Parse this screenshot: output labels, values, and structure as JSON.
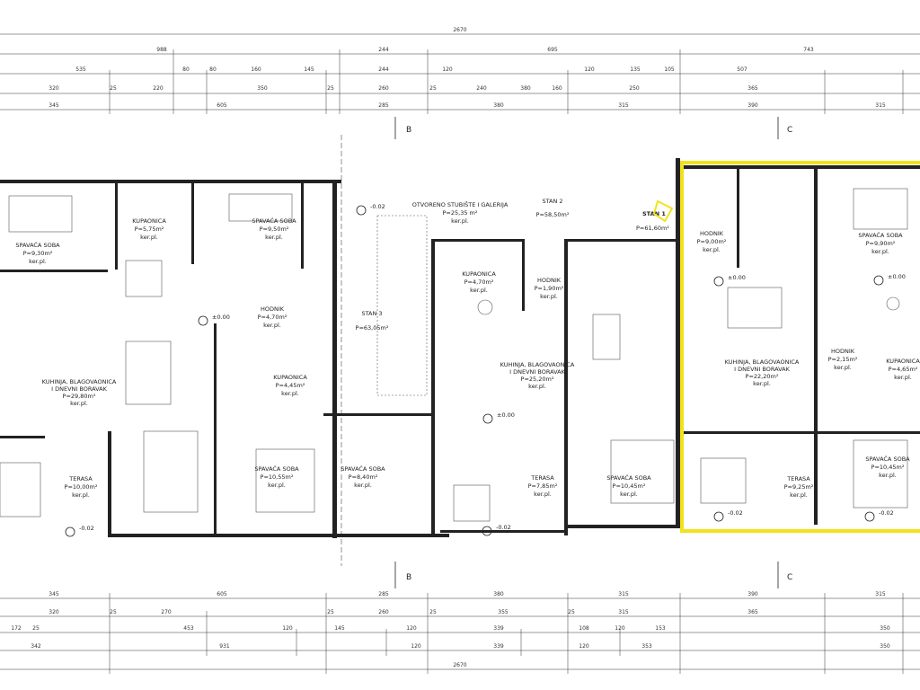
{
  "dims": {
    "top_total": "2670",
    "top_r1": [
      "988",
      "244",
      "695",
      "743"
    ],
    "top_r2": [
      "535",
      "80",
      "80",
      "160",
      "145",
      "244",
      "120",
      "120",
      "135",
      "105",
      "507"
    ],
    "top_r3": [
      "320",
      "25",
      "220",
      "350",
      "25",
      "260",
      "25",
      "240",
      "380",
      "160",
      "250",
      "365"
    ],
    "top_r4": [
      "345",
      "605",
      "285",
      "380",
      "315",
      "390",
      "315"
    ],
    "bot_r1": [
      "345",
      "605",
      "285",
      "380",
      "315",
      "390",
      "315"
    ],
    "bot_r2": [
      "320",
      "25",
      "270",
      "25",
      "260",
      "25",
      "355",
      "25",
      "315",
      "365"
    ],
    "bot_r3": [
      "172",
      "25",
      "453",
      "120",
      "145",
      "120",
      "339",
      "108",
      "120",
      "153",
      "350"
    ],
    "bot_r4": [
      "342",
      "931",
      "120",
      "339",
      "120",
      "353",
      "350"
    ],
    "bot_total": "2670"
  },
  "axes": {
    "b": "B",
    "c": "C"
  },
  "stan1": {
    "label": "STAN 1",
    "area": "P=61,60m²"
  },
  "rooms": {
    "r1": {
      "name": "SPAVAĆA SOBA",
      "area": "P=9,30m²",
      "floor": "ker.pl."
    },
    "r2": {
      "name": "KUPAONICA",
      "area": "P=5,75m²",
      "floor": "ker.pl."
    },
    "r3": {
      "name": "SPAVAĆA SOBA",
      "area": "P=9,50m²",
      "floor": "ker.pl."
    },
    "r4": {
      "name": "HODNIK",
      "area": "P=4,70m²",
      "floor": "ker.pl."
    },
    "r5": {
      "name": "KUHINJA, BLAGOVAONICA",
      "name2": "I DNEVNI BORAVAK",
      "area": "P=29,80m²",
      "floor": "ker.pl."
    },
    "r6": {
      "name": "KUPAONICA",
      "area": "P=4,45m²",
      "floor": "ker.pl."
    },
    "r7": {
      "name": "TERASA",
      "area": "P=10,00m²",
      "floor": "ker.pl."
    },
    "r8": {
      "name": "SPAVAĆA SOBA",
      "area": "P=10,55m²",
      "floor": "ker.pl."
    },
    "r9": {
      "name": "SPAVAĆA SOBA",
      "area": "P=8,40m²",
      "floor": "ker.pl."
    },
    "r10": {
      "name": "OTVORENO STUBIŠTE I GALERIJA",
      "area": "P=25,35 m²",
      "floor": "ker.pl."
    },
    "r11": {
      "name": "STAN 2",
      "area": "P=58,50m²"
    },
    "r12": {
      "name": "STAN 3",
      "area": "P=63,05m²"
    },
    "r13": {
      "name": "KUPAONICA",
      "area": "P=4,70m²",
      "floor": "ker.pl."
    },
    "r14": {
      "name": "HODNIK",
      "area": "P=1,90m²",
      "floor": "ker.pl."
    },
    "r15": {
      "name": "KUHINJA, BLAGOVAONICA",
      "name2": "I DNEVNI BORAVAK",
      "area": "P=25,20m²",
      "floor": "ker.pl."
    },
    "r16": {
      "name": "TERASA",
      "area": "P=7,85m²",
      "floor": "ker.pl."
    },
    "r17": {
      "name": "SPAVAĆA SOBA",
      "area": "P=10,45m²",
      "floor": "ker.pl."
    },
    "r18": {
      "name": "HODNIK",
      "area": "P=9,00m²",
      "floor": "ker.pl."
    },
    "r19": {
      "name": "KUHINJA, BLAGOVAONICA",
      "name2": "I DNEVNI BORAVAK",
      "area": "P=22,20m²",
      "floor": "ker.pl."
    },
    "r20": {
      "name": "TERASA",
      "area": "P=9,25m²",
      "floor": "ker.pl."
    },
    "r21": {
      "name": "SPAVAĆA SOBA",
      "area": "P=9,90m²",
      "floor": "ker.pl."
    },
    "r22": {
      "name": "HODNIK",
      "area": "P=2,15m²",
      "floor": "ker.pl."
    },
    "r23": {
      "name": "KUPAONICA",
      "area": "P=4,65m²",
      "floor": "ker.pl."
    },
    "r24": {
      "name": "SPAVAĆA SOBA",
      "area": "P=10,45m²",
      "floor": "ker.pl."
    }
  },
  "levels": {
    "l1": "-0.02",
    "l2": "±0.00",
    "l3": "±0.00",
    "l4": "±0.00",
    "l5": "-0.02",
    "l6": "-0.02",
    "l7": "-0.02",
    "l8": "-0.02",
    "l9": "±0.00"
  },
  "colors": {
    "highlight": "#f2e21b",
    "wall": "#222222"
  }
}
